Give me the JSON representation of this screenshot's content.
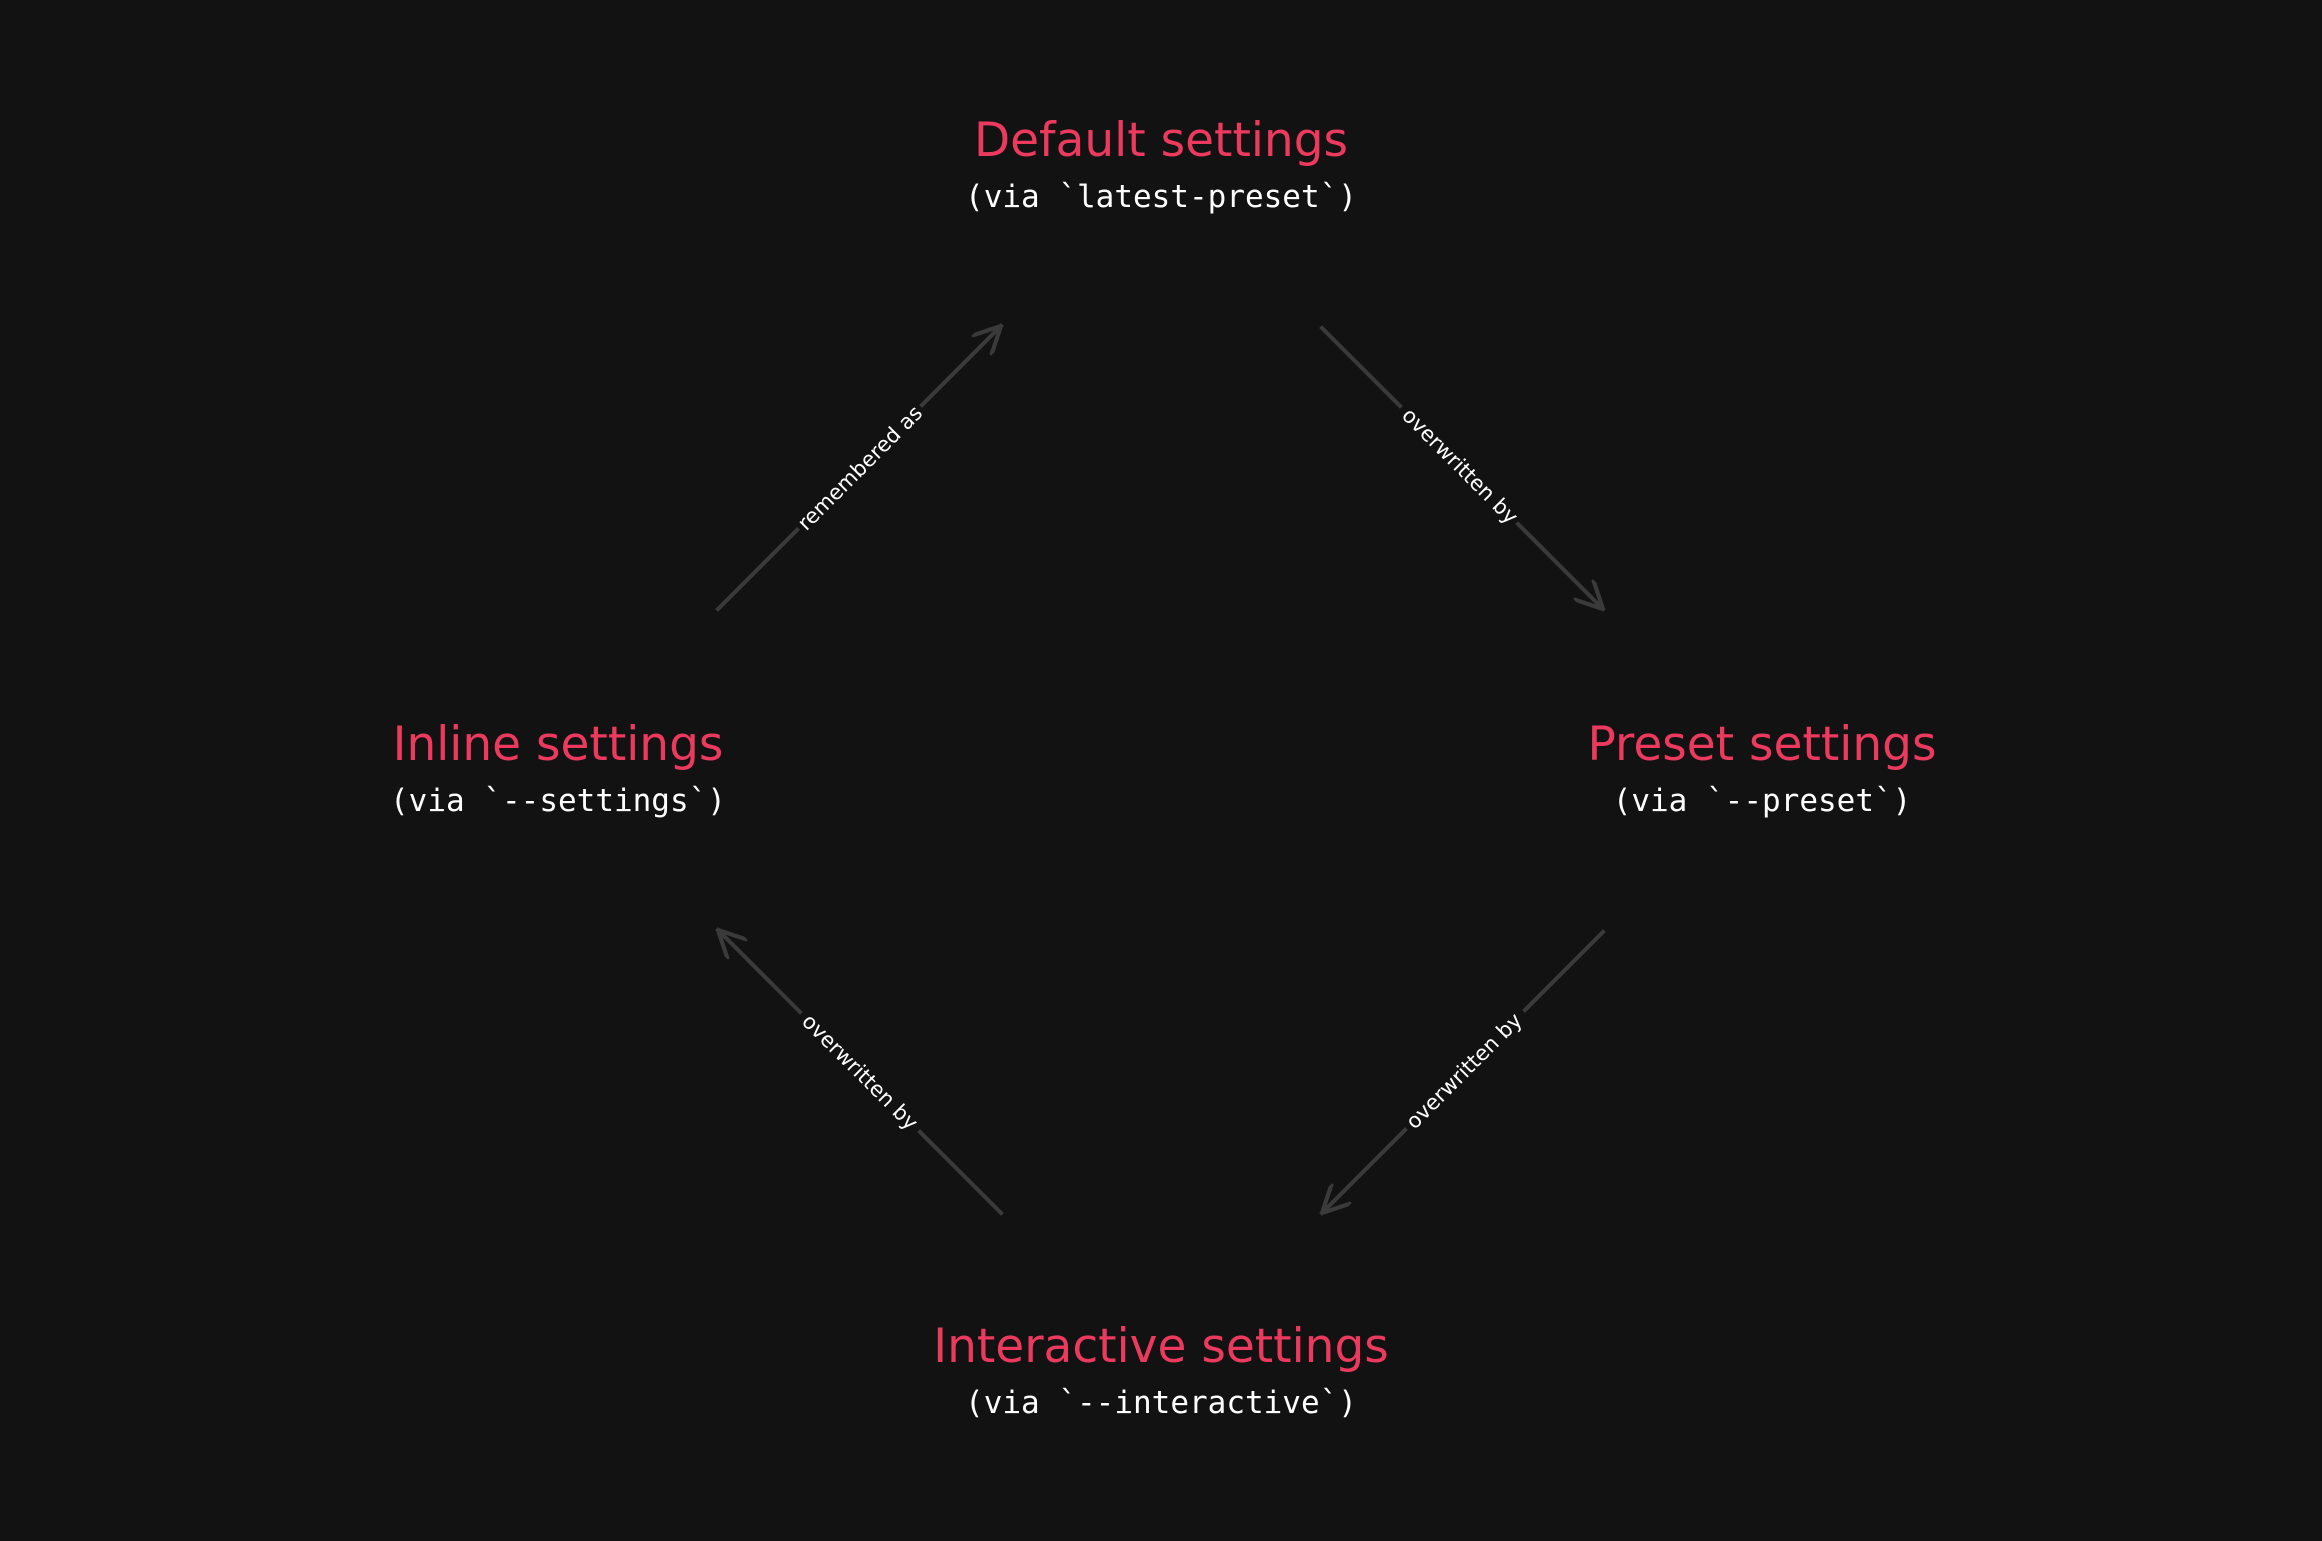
{
  "colors": {
    "background": "#121212",
    "title": "#ec3a5f",
    "subtitle": "#ffffff",
    "edge": "#3a3a3a",
    "edge_label": "#ffffff"
  },
  "nodes": {
    "default": {
      "title": "Default settings",
      "subtitle": "(via `latest-preset`)"
    },
    "preset": {
      "title": "Preset settings",
      "subtitle": "(via `--preset`)"
    },
    "inline": {
      "title": "Inline settings",
      "subtitle": "(via `--settings`)"
    },
    "interactive": {
      "title": "Interactive settings",
      "subtitle": "(via `--interactive`)"
    }
  },
  "edges": {
    "default_to_preset": {
      "from": "Default settings",
      "to": "Preset settings",
      "label": "overwritten by"
    },
    "preset_to_interactive": {
      "from": "Preset settings",
      "to": "Interactive settings",
      "label": "overwritten by"
    },
    "interactive_to_inline": {
      "from": "Interactive settings",
      "to": "Inline settings",
      "label": "overwritten by"
    },
    "inline_to_default": {
      "from": "Inline settings",
      "to": "Default settings",
      "label": "remembered as"
    }
  }
}
